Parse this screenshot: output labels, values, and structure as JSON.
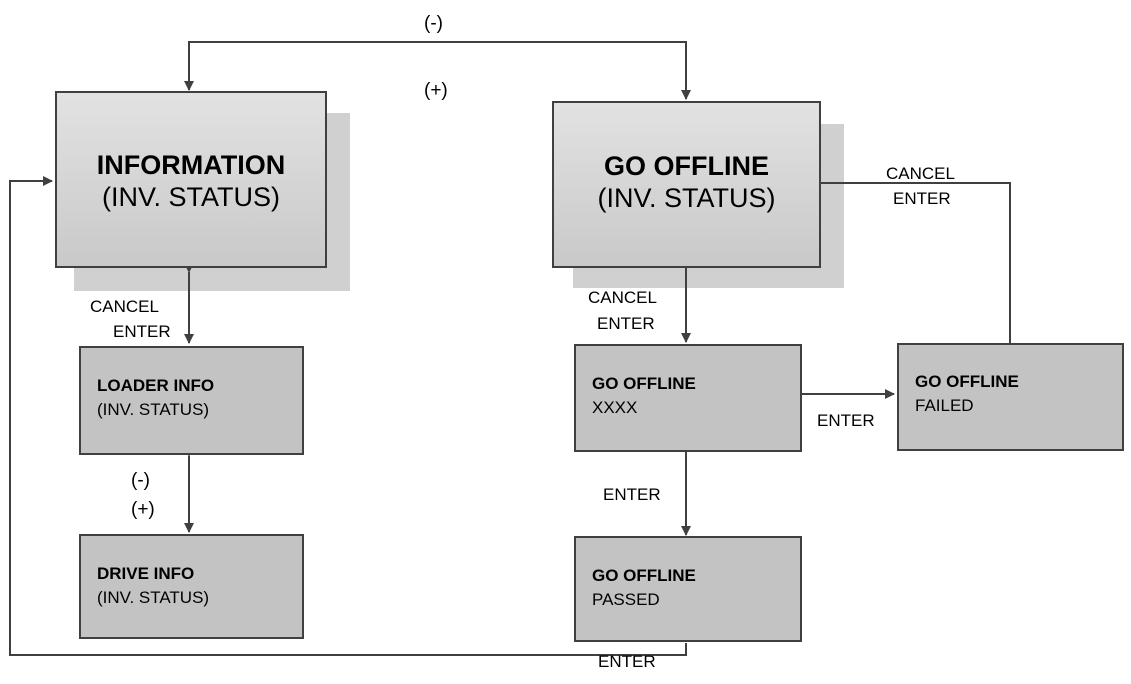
{
  "boxes": {
    "information": {
      "title": "INFORMATION",
      "subtitle": "(INV. STATUS)"
    },
    "go_offline": {
      "title": "GO OFFLINE",
      "subtitle": "(INV. STATUS)"
    },
    "loader_info": {
      "title": "LOADER INFO",
      "subtitle": "(INV. STATUS)"
    },
    "drive_info": {
      "title": "DRIVE INFO",
      "subtitle": "(INV. STATUS)"
    },
    "go_offline_xxxx": {
      "title": "GO OFFLINE",
      "subtitle": "XXXX"
    },
    "go_offline_failed": {
      "title": "GO OFFLINE",
      "subtitle": "FAILED"
    },
    "go_offline_passed": {
      "title": "GO OFFLINE",
      "subtitle": "PASSED"
    }
  },
  "labels": {
    "top_minus": "(-)",
    "top_plus": "(+)",
    "left_cancel": "CANCEL",
    "left_enter": "ENTER",
    "mid_minus": "(-)",
    "mid_plus": "(+)",
    "right_cancel": "CANCEL",
    "right_enter": "ENTER",
    "failed_cancel": "CANCEL",
    "failed_enter": "ENTER",
    "to_failed_enter": "ENTER",
    "to_passed_enter": "ENTER",
    "bottom_enter": "ENTER"
  },
  "colors": {
    "line": "#404040",
    "big_box_top": "#e2e2e2",
    "big_box_bottom": "#c9c9c9",
    "small_box": "#c3c3c3",
    "shadow": "#d0d0d0"
  }
}
